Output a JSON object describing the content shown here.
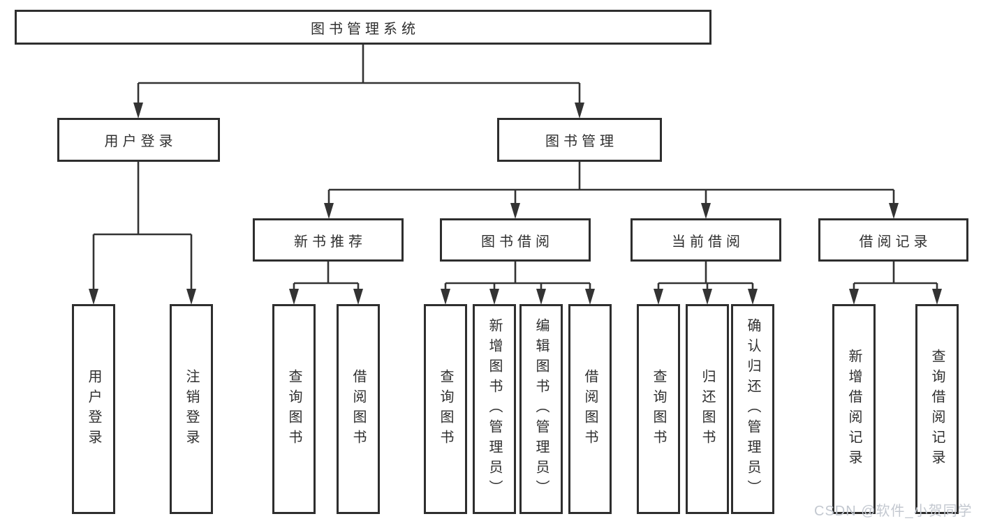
{
  "diagram": {
    "root": {
      "label": "图书管理系统",
      "children": [
        {
          "label": "用户登录",
          "children": [
            {
              "label": "用户登录"
            },
            {
              "label": "注销登录"
            }
          ]
        },
        {
          "label": "图书管理",
          "children": [
            {
              "label": "新书推荐",
              "children": [
                {
                  "label": "查询图书"
                },
                {
                  "label": "借阅图书"
                }
              ]
            },
            {
              "label": "图书借阅",
              "children": [
                {
                  "label": "查询图书"
                },
                {
                  "label": "新增图书（管理员）"
                },
                {
                  "label": "编辑图书（管理员）"
                },
                {
                  "label": "借阅图书"
                }
              ]
            },
            {
              "label": "当前借阅",
              "children": [
                {
                  "label": "查询图书"
                },
                {
                  "label": "归还图书"
                },
                {
                  "label": "确认归还（管理员）"
                }
              ]
            },
            {
              "label": "借阅记录",
              "children": [
                {
                  "label": "新增借阅记录"
                },
                {
                  "label": "查询借阅记录"
                }
              ]
            }
          ]
        }
      ]
    }
  },
  "watermark": {
    "text": "CSDN @软件_小贺同学"
  },
  "colors": {
    "line": "#333333",
    "box_border": "#2e2e2e",
    "text": "#2f2f2f",
    "watermark": "#c3c8d0",
    "background": "#ffffff"
  }
}
